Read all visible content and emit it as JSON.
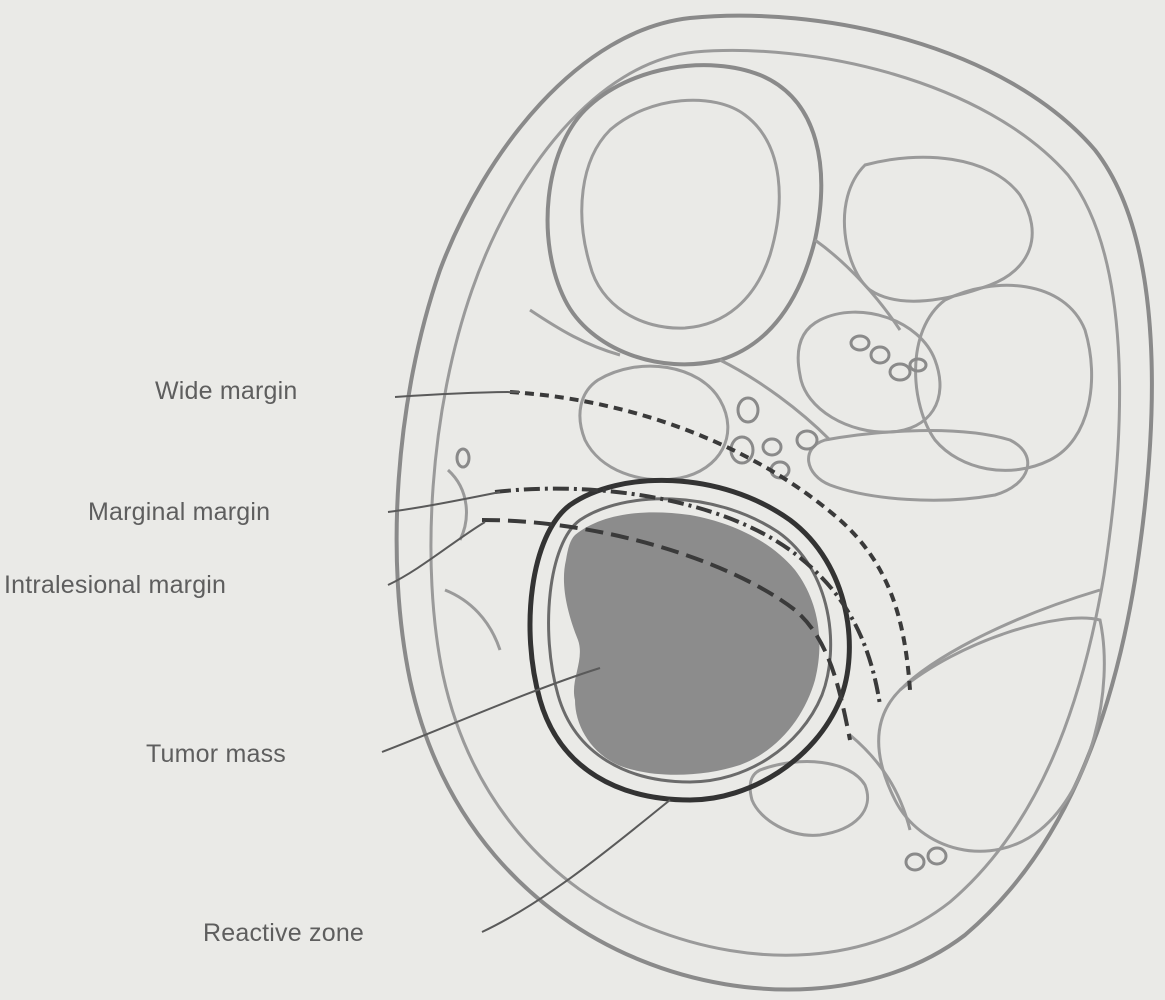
{
  "labels": {
    "wide_margin": "Wide margin",
    "marginal_margin": "Marginal margin",
    "intralesional_margin": "Intralesional margin",
    "tumor_mass": "Tumor mass",
    "reactive_zone": "Reactive zone"
  },
  "colors": {
    "background": "#eaeae7",
    "outline": "#8a8a8a",
    "tumor_fill": "#8c8c8c",
    "margin_line": "#3a3a3a",
    "label_text": "#5e5e5e"
  }
}
